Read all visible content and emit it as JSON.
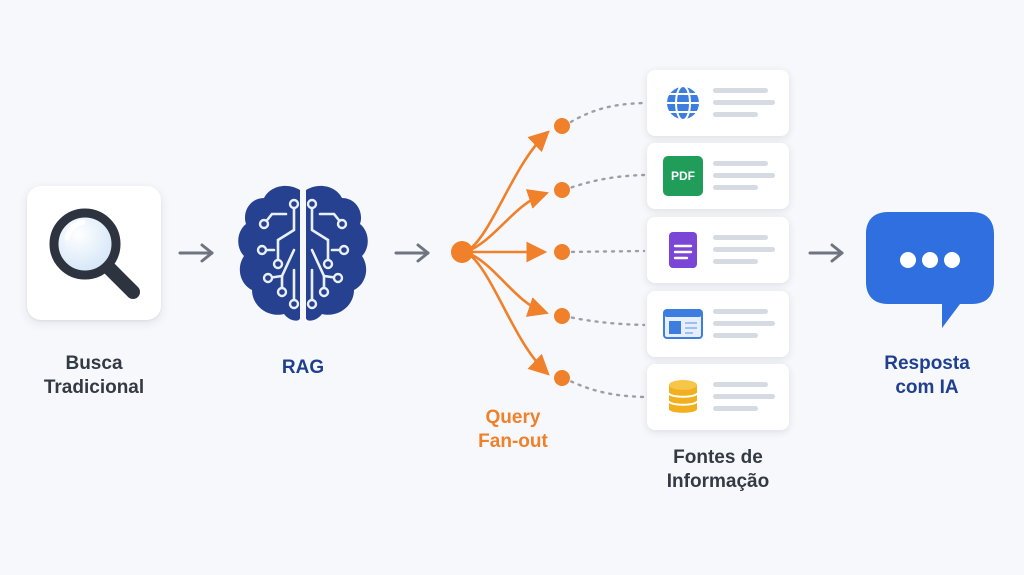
{
  "stages": {
    "traditional_search": {
      "line1": "Busca",
      "line2": "Tradicional"
    },
    "rag": {
      "label": "RAG"
    },
    "query_fanout": {
      "line1": "Query",
      "line2": "Fan-out"
    },
    "sources": {
      "line1": "Fontes de",
      "line2": "Informação",
      "items": [
        {
          "icon": "globe-icon"
        },
        {
          "icon": "pdf-icon",
          "badge": "PDF"
        },
        {
          "icon": "document-icon"
        },
        {
          "icon": "webpage-icon"
        },
        {
          "icon": "database-icon"
        }
      ]
    },
    "ai_answer": {
      "line1": "Resposta",
      "line2": "com IA"
    }
  },
  "colors": {
    "accent_orange": "#f0802a",
    "brand_blue": "#1f3f8f",
    "chat_blue": "#2f6fe0",
    "arrow_gray": "#6f7580"
  }
}
